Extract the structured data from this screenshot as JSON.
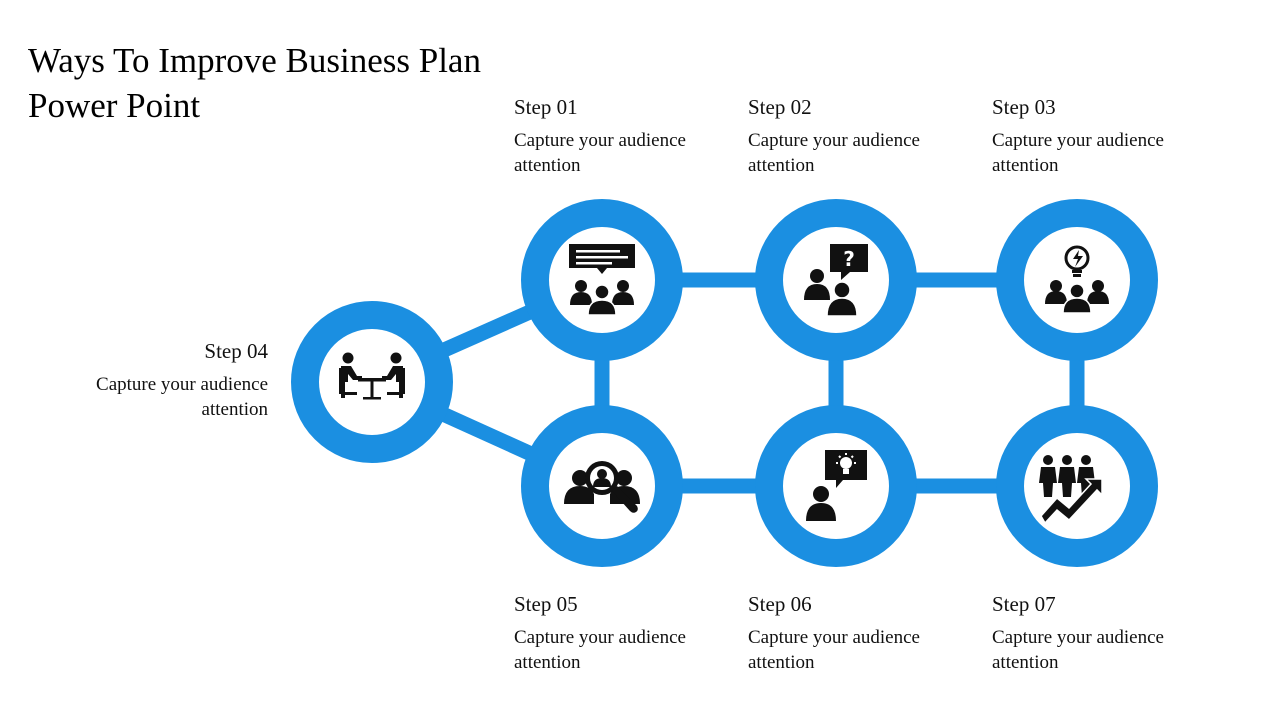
{
  "title": "Ways To Improve Business Plan Power Point",
  "colors": {
    "accent": "#1b8fe1",
    "icon": "#111111"
  },
  "steps": [
    {
      "id": "01",
      "step": "Step 01",
      "desc": "Capture your audience attention",
      "icon": "meeting-chat-icon"
    },
    {
      "id": "02",
      "step": "Step 02",
      "desc": "Capture your audience attention",
      "icon": "question-people-icon"
    },
    {
      "id": "03",
      "step": "Step 03",
      "desc": "Capture your audience attention",
      "icon": "idea-team-icon"
    },
    {
      "id": "04",
      "step": "Step 04",
      "desc": "Capture your audience attention",
      "icon": "interview-table-icon"
    },
    {
      "id": "05",
      "step": "Step 05",
      "desc": "Capture your audience attention",
      "icon": "search-people-icon"
    },
    {
      "id": "06",
      "step": "Step 06",
      "desc": "Capture your audience attention",
      "icon": "idea-person-icon"
    },
    {
      "id": "07",
      "step": "Step 07",
      "desc": "Capture your audience attention",
      "icon": "growth-team-icon"
    }
  ]
}
